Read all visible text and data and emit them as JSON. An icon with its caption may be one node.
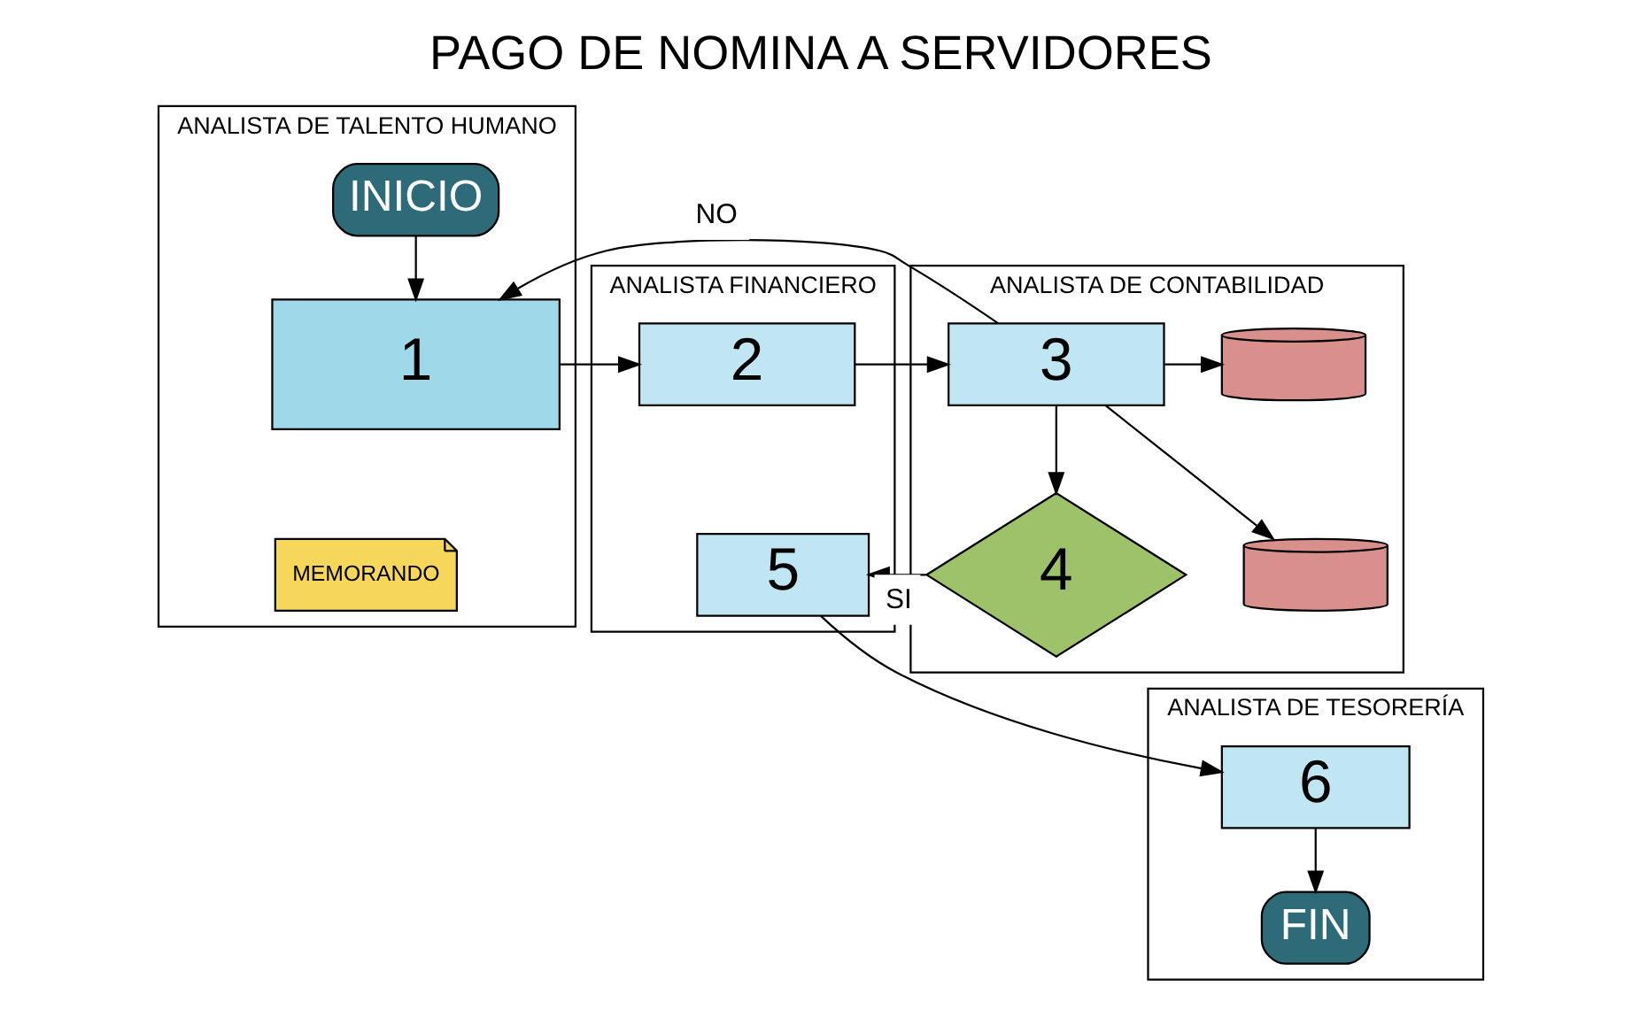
{
  "diagram": {
    "title": "PAGO DE NOMINA A SERVIDORES",
    "nodes": [
      {
        "text": [
          "ANALISTA DE TALENTO HUMANO"
        ]
      },
      {
        "text": [
          "ANALISTA FINANCIERO"
        ]
      },
      {
        "text": [
          "ANALISTA DE CONTABILIDAD"
        ]
      },
      {
        "text": [
          "ANALISTA DE TESORERÍA"
        ]
      },
      {
        "text": [
          "INICIO"
        ],
        "in": 0
      },
      {
        "text": [
          "1"
        ],
        "in": 0
      },
      {
        "text": [
          "MEMORANDO"
        ],
        "in": 0
      },
      {
        "text": [
          "2"
        ],
        "in": 1
      },
      {
        "text": [
          "3"
        ],
        "in": 2
      },
      {
        "text": [],
        "shape": "cylinder",
        "in": 2
      },
      {
        "text": [
          "5"
        ],
        "in": 1
      },
      {
        "text": [
          "4"
        ],
        "in": 2
      },
      {
        "text": [],
        "shape": "cylinder",
        "in": 2
      },
      {
        "text": [
          "6"
        ],
        "in": 3
      },
      {
        "text": [
          "FIN"
        ],
        "in": 3
      }
    ],
    "edges": [
      {
        "from": 4,
        "to": 5,
        "arrow": "to"
      },
      {
        "from": 5,
        "to": 7,
        "arrow": "to"
      },
      {
        "from": 7,
        "to": 8,
        "arrow": "to"
      },
      {
        "from": 8,
        "to": 9,
        "arrow": "to"
      },
      {
        "from": 8,
        "to": 11,
        "arrow": "to"
      },
      {
        "from": 8,
        "to": 5,
        "label": "NO",
        "arrow": "to"
      },
      {
        "from": 8,
        "to": 12,
        "arrow": "to"
      },
      {
        "from": 11,
        "to": 10,
        "label": "SI",
        "arrow": "to"
      },
      {
        "from": 10,
        "to": 13,
        "arrow": "to"
      },
      {
        "from": 13,
        "to": 14,
        "arrow": "to"
      }
    ]
  }
}
